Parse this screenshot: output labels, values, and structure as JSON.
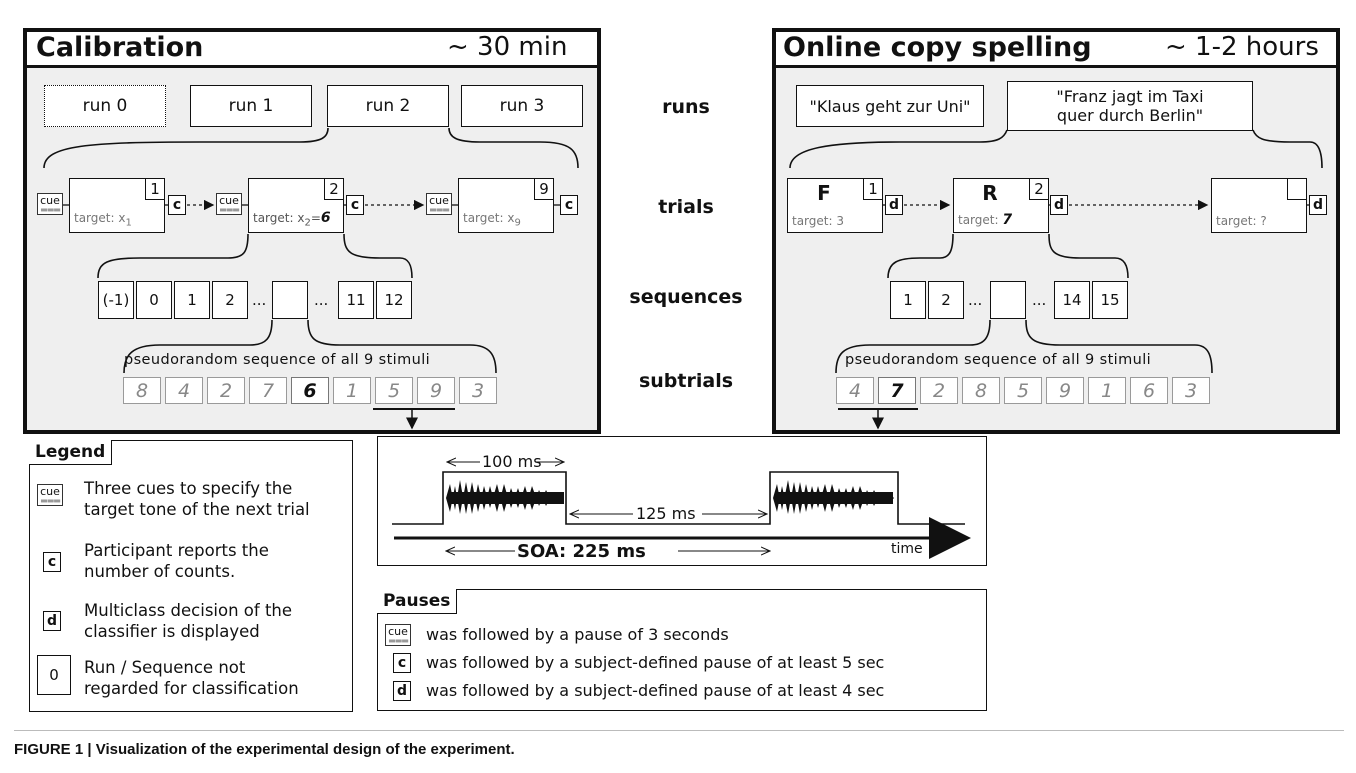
{
  "calibration": {
    "title": "Calibration",
    "duration": "~ 30 min",
    "runs": [
      "run 0",
      "run 1",
      "run 2",
      "run 3"
    ],
    "trials": [
      {
        "num": "1",
        "target": "target: x",
        "sub": "1"
      },
      {
        "num": "2",
        "target": "target: x",
        "sub": "2",
        "eq": "=",
        "val": "6"
      },
      {
        "num": "9",
        "target": "target: x",
        "sub": "9"
      }
    ],
    "sequences": [
      "(-1)",
      "0",
      "1",
      "2",
      "...",
      "",
      "...",
      "11",
      "12"
    ],
    "subtrial_caption": "pseudorandom sequence of all 9 stimuli",
    "subtrials": [
      "8",
      "4",
      "2",
      "7",
      "6",
      "1",
      "5",
      "9",
      "3"
    ]
  },
  "online": {
    "title": "Online copy spelling",
    "duration": "~ 1-2 hours",
    "sentences": [
      "\"Klaus geht zur Uni\"",
      "\"Franz jagt im Taxi",
      "quer durch Berlin\""
    ],
    "trials": [
      {
        "letter": "F",
        "num": "1",
        "target": "target: 3"
      },
      {
        "letter": "R",
        "num": "2",
        "target": "target: ",
        "val": "7"
      },
      {
        "letter": "",
        "num": "",
        "target": "target: ?"
      }
    ],
    "sequences": [
      "1",
      "2",
      "...",
      "",
      "...",
      "14",
      "15"
    ],
    "subtrial_caption": "pseudorandom sequence of all 9 stimuli",
    "subtrials": [
      "4",
      "7",
      "2",
      "8",
      "5",
      "9",
      "1",
      "6",
      "3"
    ]
  },
  "row_labels": {
    "runs": "runs",
    "trials": "trials",
    "sequences": "sequences",
    "subtrials": "subtrials"
  },
  "icons": {
    "cue": "cue",
    "c": "c",
    "d": "d",
    "zero": "0"
  },
  "legend": {
    "title": "Legend",
    "items": [
      {
        "l1": "Three cues to specify the",
        "l2": "target tone of the next trial"
      },
      {
        "l1": "Participant reports the",
        "l2": "number of counts."
      },
      {
        "l1": "Multiclass decision of the",
        "l2": "classifier is displayed"
      },
      {
        "l1": "Run / Sequence not",
        "l2": "regarded for classification"
      }
    ]
  },
  "timing": {
    "dur1": "100 ms",
    "dur2": "125 ms",
    "soa": "SOA: 225 ms",
    "time": "time"
  },
  "pauses": {
    "title": "Pauses",
    "items": [
      "was followed by a pause of 3 seconds",
      "was followed by a subject-defined pause of at least 5 sec",
      "was followed by a subject-defined pause of at least 4 sec"
    ]
  },
  "caption": "FIGURE 1 | Visualization of the experimental design of the experiment."
}
